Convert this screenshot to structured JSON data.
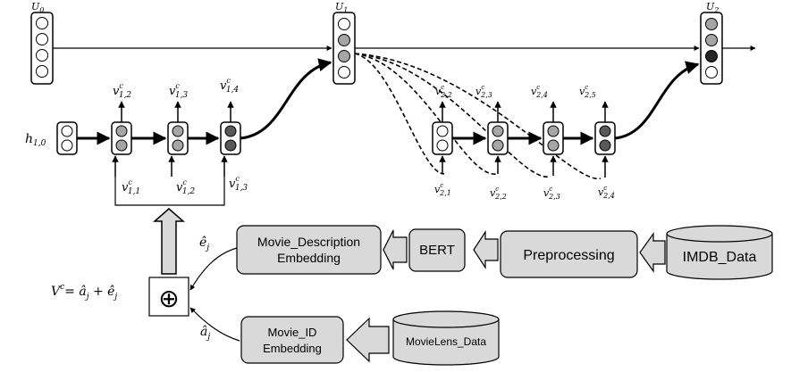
{
  "colors": {
    "box_fill": "#d9d9d9",
    "circle_white": "#ffffff",
    "circle_gray": "#a6a6a6",
    "circle_dark": "#595959",
    "circle_black": "#262626",
    "line": "#000000"
  },
  "top_units": [
    {
      "sub": "0"
    },
    {
      "sub": "1"
    },
    {
      "sub": "2"
    }
  ],
  "h_label": {
    "sub": "1,0"
  },
  "session1": {
    "outputs": [
      {
        "sub": "1,2"
      },
      {
        "sub": "1,3"
      },
      {
        "sub": "1,4"
      }
    ],
    "inputs": [
      {
        "sub": "1,1"
      },
      {
        "sub": "1,2"
      },
      {
        "sub": "1,3"
      }
    ]
  },
  "session2": {
    "outputs": [
      {
        "sub": "2,2"
      },
      {
        "sub": "2,3"
      },
      {
        "sub": "2,4"
      },
      {
        "sub": "2,5"
      }
    ],
    "inputs": [
      {
        "sub": "2,1"
      },
      {
        "sub": "2,2"
      },
      {
        "sub": "2,3"
      },
      {
        "sub": "2,4"
      }
    ]
  },
  "pipeline": {
    "imdb": "IMDB_Data",
    "preprocessing": "Preprocessing",
    "bert": "BERT",
    "desc_embedding": [
      "Movie_Description",
      "Embedding"
    ],
    "movielens": "MovieLens_Data",
    "id_embedding": [
      "Movie_ID",
      "Embedding"
    ]
  },
  "symbols": {
    "sum": "⊕",
    "e_hat": "ê",
    "a_hat": "â",
    "j": "j",
    "equation_lhs": "V",
    "equation_sup": "c",
    "equation_rhs": "= â",
    "plus": " + ê"
  }
}
